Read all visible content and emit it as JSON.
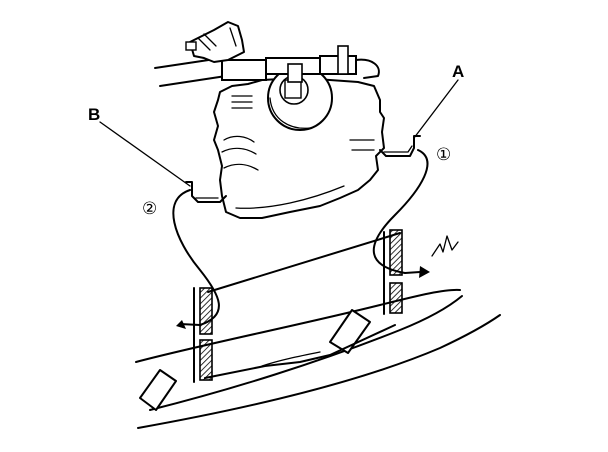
{
  "callouts": {
    "a": "A",
    "b": "B"
  },
  "steps": {
    "one": "①",
    "two": "②"
  }
}
